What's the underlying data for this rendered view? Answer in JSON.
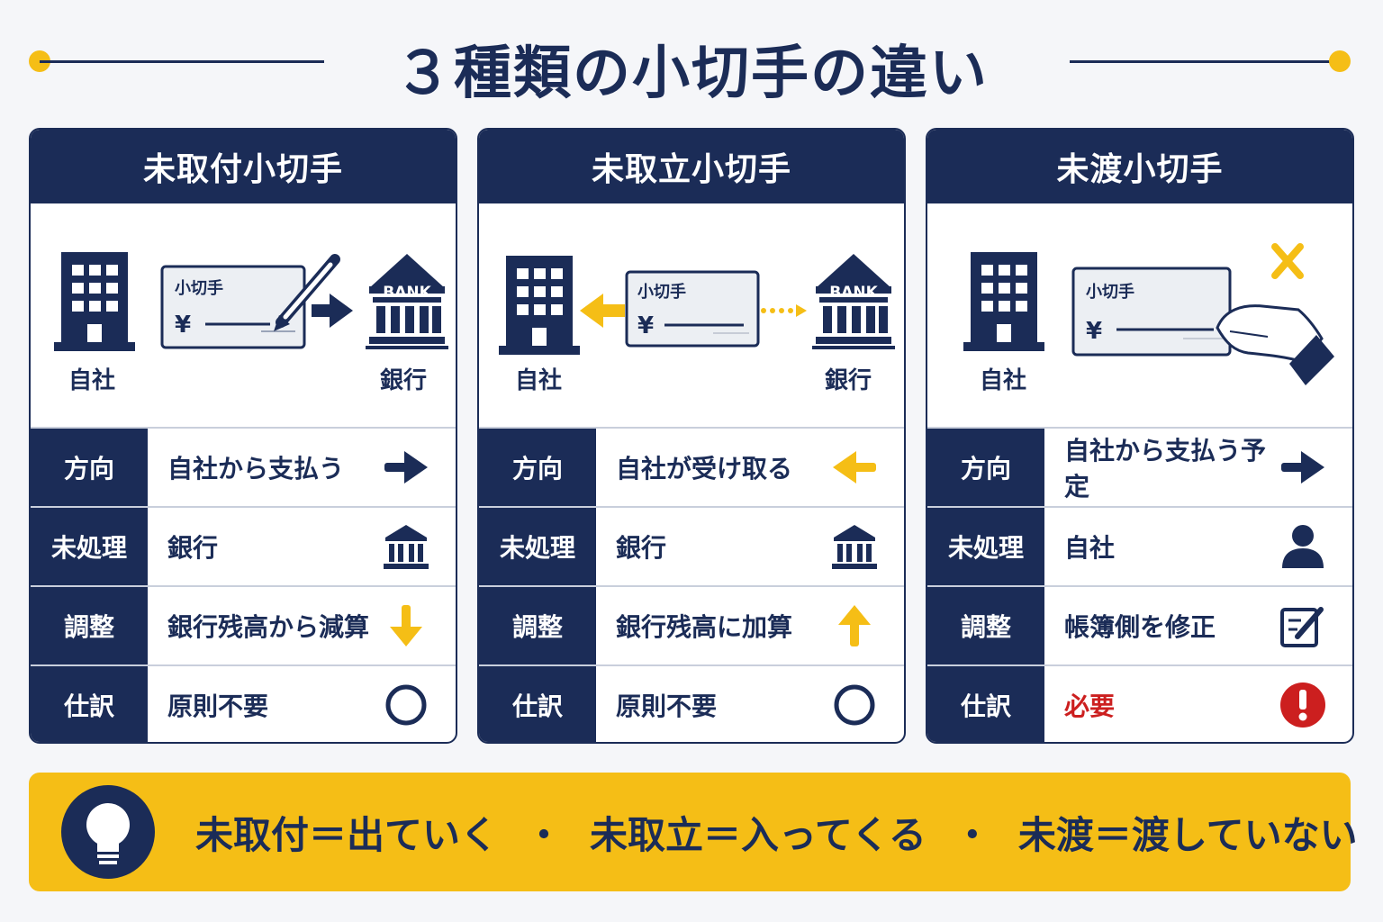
{
  "title": "３種類の小切手の違い",
  "labels": {
    "company": "自社",
    "bank": "銀行",
    "check": "小切手",
    "yen": "¥",
    "bank_sign": "BANK"
  },
  "cards": [
    {
      "title": "未取付小切手",
      "rows": [
        {
          "label": "方向",
          "value": "自社から支払う",
          "icon": "arrow-right-icon"
        },
        {
          "label": "未処理",
          "value": "銀行",
          "icon": "bank-icon"
        },
        {
          "label": "調整",
          "value": "銀行残高から減算",
          "icon": "arrow-down-icon"
        },
        {
          "label": "仕訳",
          "value": "原則不要",
          "icon": "circle-icon"
        }
      ]
    },
    {
      "title": "未取立小切手",
      "rows": [
        {
          "label": "方向",
          "value": "自社が受け取る",
          "icon": "arrow-left-icon"
        },
        {
          "label": "未処理",
          "value": "銀行",
          "icon": "bank-icon"
        },
        {
          "label": "調整",
          "value": "銀行残高に加算",
          "icon": "arrow-up-icon"
        },
        {
          "label": "仕訳",
          "value": "原則不要",
          "icon": "circle-icon"
        }
      ]
    },
    {
      "title": "未渡小切手",
      "rows": [
        {
          "label": "方向",
          "value": "自社から支払う予定",
          "icon": "arrow-right-icon"
        },
        {
          "label": "未処理",
          "value": "自社",
          "icon": "person-icon"
        },
        {
          "label": "調整",
          "value": "帳簿側を修正",
          "icon": "edit-icon"
        },
        {
          "label": "仕訳",
          "value": "必要",
          "icon": "exclamation-icon"
        }
      ]
    }
  ],
  "summary": {
    "part1": "未取付＝出ていく",
    "part2": "未取立＝入ってくる",
    "part3": "未渡＝渡していない",
    "separator": "・"
  },
  "colors": {
    "navy": "#1b2c57",
    "yellow": "#f5be16",
    "red": "#cc1f1f"
  }
}
